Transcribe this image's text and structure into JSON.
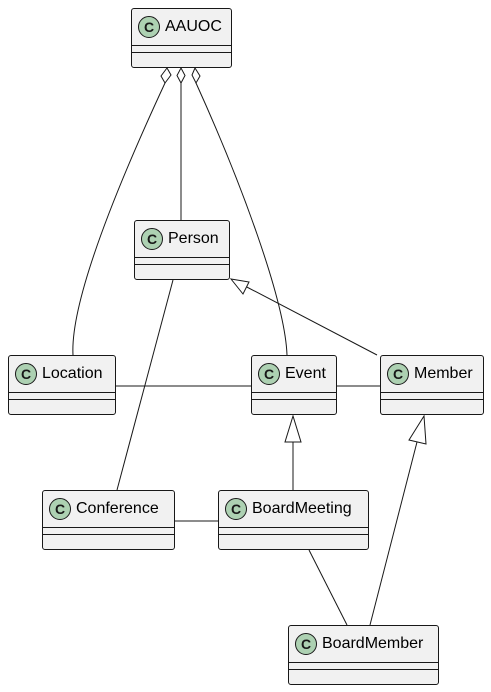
{
  "class_badge": "C",
  "classes": {
    "aauoc": "AAUOC",
    "person": "Person",
    "location": "Location",
    "event": "Event",
    "member": "Member",
    "conference": "Conference",
    "board_meeting": "BoardMeeting",
    "board_member": "BoardMember"
  },
  "relations": [
    {
      "from": "AAUOC",
      "to": "Location",
      "kind": "aggregation"
    },
    {
      "from": "AAUOC",
      "to": "Person",
      "kind": "aggregation"
    },
    {
      "from": "AAUOC",
      "to": "Event",
      "kind": "aggregation"
    },
    {
      "from": "Member",
      "to": "Person",
      "kind": "inheritance"
    },
    {
      "from": "Person",
      "to": "Conference",
      "kind": "association"
    },
    {
      "from": "Location",
      "to": "Event",
      "kind": "association"
    },
    {
      "from": "Event",
      "to": "Member",
      "kind": "association"
    },
    {
      "from": "BoardMeeting",
      "to": "Event",
      "kind": "inheritance"
    },
    {
      "from": "BoardMember",
      "to": "Member",
      "kind": "inheritance"
    },
    {
      "from": "Conference",
      "to": "BoardMeeting",
      "kind": "association"
    },
    {
      "from": "BoardMeeting",
      "to": "BoardMember",
      "kind": "association"
    }
  ],
  "colors": {
    "badge": "#add1b2",
    "box": "#f1f1f1",
    "line": "#181818"
  }
}
